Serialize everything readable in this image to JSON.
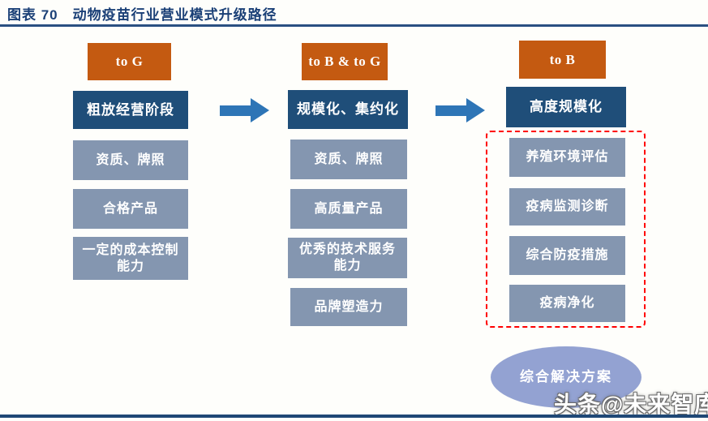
{
  "figure": {
    "label": "图表 70",
    "title": "动物疫苗行业营业模式升级路径"
  },
  "columns": [
    {
      "stage_tag": "to G",
      "stage_name": "粗放经营阶段",
      "items": [
        "资质、牌照",
        "合格产品",
        "一定的成本控制\n能力"
      ]
    },
    {
      "stage_tag": "to B & to G",
      "stage_name": "规模化、集约化",
      "items": [
        "资质、牌照",
        "高质量产品",
        "优秀的技术服务\n能力",
        "品牌塑造力"
      ]
    },
    {
      "stage_tag": "to B",
      "stage_name": "高度规模化",
      "items": [
        "养殖环境评估",
        "疫病监测诊断",
        "综合防疫措施",
        "疫病净化"
      ]
    }
  ],
  "solution_bubble": {
    "label": "综合解决方案"
  },
  "watermark": {
    "text": "头条@未来智库"
  },
  "colors": {
    "orange": "#C45A11",
    "navy": "#1F4E79",
    "slate": "#8496B0",
    "arrow_blue": "#2E75B6",
    "ellipse_blue": "#93A2D2",
    "dashed_red": "#FF0000",
    "title_navy": "#1B4077",
    "rule_navy": "#2A5082",
    "bar_navy": "#1F4876",
    "background": "#FEFEFB"
  }
}
